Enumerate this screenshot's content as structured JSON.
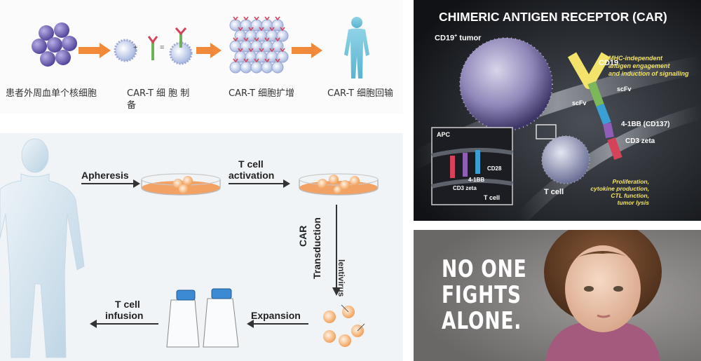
{
  "top_flow": {
    "steps": [
      "患者外周血单个核细胞",
      "CAR-T 细 胞 制",
      "备",
      "CAR-T 细胞扩增",
      "CAR-T 细胞回输"
    ],
    "plus": "+",
    "equals": "="
  },
  "bottom_flow": {
    "apheresis": "Apheresis",
    "t_cell_activation_1": "T cell",
    "t_cell_activation_2": "activation",
    "car": "CAR",
    "transduction": "Transduction",
    "lentivirus": "lentivirus",
    "expansion": "Expansion",
    "t_cell_infusion_1": "T cell",
    "t_cell_infusion_2": "infusion"
  },
  "car_panel": {
    "title": "CHIMERIC ANTIGEN RECEPTOR (CAR)",
    "tumor_label": "CD19",
    "tumor_sup": "+",
    "tumor_suffix": " tumor",
    "cd19": "CD19",
    "mhc_1": "MHC-independent",
    "mhc_2": "antigen engagement",
    "mhc_3": "and induction of signalling",
    "scfv_right": "scFv",
    "scfv_left": "scFv",
    "fourbb": "4-1BB (CD137)",
    "cd3zeta": "CD3 zeta",
    "apc": "APC",
    "cd28": "CD28",
    "inset_4bb": "4-1BB",
    "inset_cd3": "CD3 zeta",
    "inset_tcell": "T cell",
    "tcell": "T cell",
    "outcome_1": "Proliferation,",
    "outcome_2": "cytokine production,",
    "outcome_3": "CTL function,",
    "outcome_4": "tumor lysis"
  },
  "campaign": {
    "line1": "NO ONE",
    "line2": "FIGHTS",
    "line3": "ALONE."
  },
  "colors": {
    "arrow_orange": "#f0893a",
    "cell_purple": "#6a5fb0",
    "figure_blue": "#79c6df",
    "dish_orange": "#f3a266",
    "tumor_purple": "#8f86b8",
    "outcome_yellow": "#f4e36a"
  }
}
